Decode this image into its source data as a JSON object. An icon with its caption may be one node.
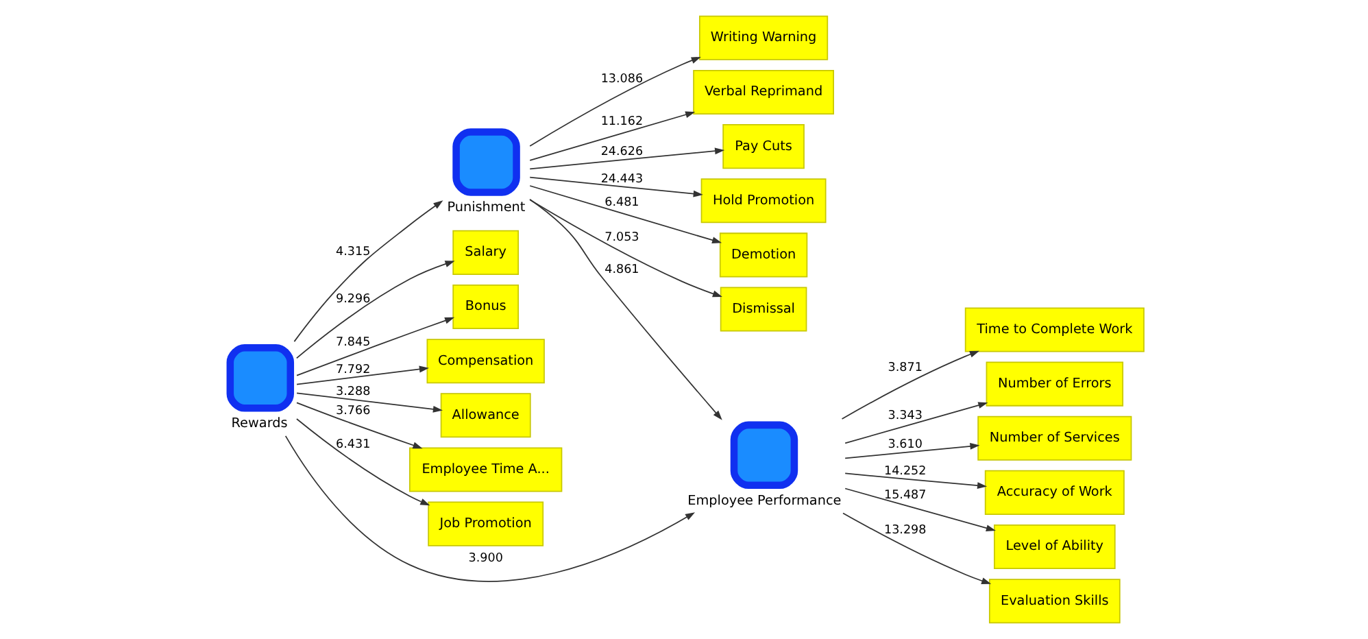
{
  "diagram": {
    "nodes": [
      {
        "text": [
          "Writing Warning"
        ]
      },
      {
        "text": [
          "Verbal Reprimand"
        ]
      },
      {
        "text": [
          "Pay Cuts"
        ]
      },
      {
        "text": [
          "Hold Promotion"
        ]
      },
      {
        "text": [
          "Demotion"
        ]
      },
      {
        "text": [
          "Dismissal"
        ]
      },
      {
        "text": [
          "Punishment"
        ]
      },
      {
        "text": [
          "Salary"
        ]
      },
      {
        "text": [
          "Bonus"
        ]
      },
      {
        "text": [
          "Compensation"
        ]
      },
      {
        "text": [
          "Allowance"
        ]
      },
      {
        "text": [
          "Rewards"
        ]
      },
      {
        "text": [
          "Employee Time A..."
        ]
      },
      {
        "text": [
          "Job Promotion"
        ]
      },
      {
        "text": [
          "Employee Performance"
        ]
      },
      {
        "text": [
          "Time to Complete Work"
        ]
      },
      {
        "text": [
          "Number of Errors"
        ]
      },
      {
        "text": [
          "Number of Services"
        ]
      },
      {
        "text": [
          "Accuracy of Work"
        ]
      },
      {
        "text": [
          "Level of Ability"
        ]
      },
      {
        "text": [
          "Evaluation Skills"
        ]
      }
    ],
    "edges": [
      {
        "from": 6,
        "to": 0,
        "arrow": "to",
        "label": "13.086"
      },
      {
        "from": 6,
        "to": 1,
        "arrow": "to",
        "label": "11.162"
      },
      {
        "from": 6,
        "to": 2,
        "arrow": "to",
        "label": "24.626"
      },
      {
        "from": 6,
        "to": 3,
        "arrow": "to",
        "label": "24.443"
      },
      {
        "from": 6,
        "to": 4,
        "arrow": "to",
        "label": "6.481"
      },
      {
        "from": 6,
        "to": 5,
        "arrow": "to",
        "label": "7.053"
      },
      {
        "from": 11,
        "to": 7,
        "arrow": "to",
        "label": "9.296"
      },
      {
        "from": 11,
        "to": 8,
        "arrow": "to",
        "label": "7.845"
      },
      {
        "from": 11,
        "to": 9,
        "arrow": "to",
        "label": "7.792"
      },
      {
        "from": 11,
        "to": 10,
        "arrow": "to",
        "label": "3.288"
      },
      {
        "from": 11,
        "to": 12,
        "arrow": "to",
        "label": "3.766"
      },
      {
        "from": 11,
        "to": 13,
        "arrow": "to",
        "label": "6.431"
      },
      {
        "from": 11,
        "to": 6,
        "arrow": "to",
        "label": "4.315"
      },
      {
        "from": 6,
        "to": 14,
        "arrow": "to",
        "label": "4.861"
      },
      {
        "from": 11,
        "to": 14,
        "arrow": "to",
        "label": "3.900"
      },
      {
        "from": 14,
        "to": 15,
        "arrow": "to",
        "label": "3.871"
      },
      {
        "from": 14,
        "to": 16,
        "arrow": "to",
        "label": "3.343"
      },
      {
        "from": 14,
        "to": 17,
        "arrow": "to",
        "label": "3.610"
      },
      {
        "from": 14,
        "to": 18,
        "arrow": "to",
        "label": "14.252"
      },
      {
        "from": 14,
        "to": 19,
        "arrow": "to",
        "label": "15.487"
      },
      {
        "from": 14,
        "to": 20,
        "arrow": "to",
        "label": "13.298"
      }
    ]
  }
}
